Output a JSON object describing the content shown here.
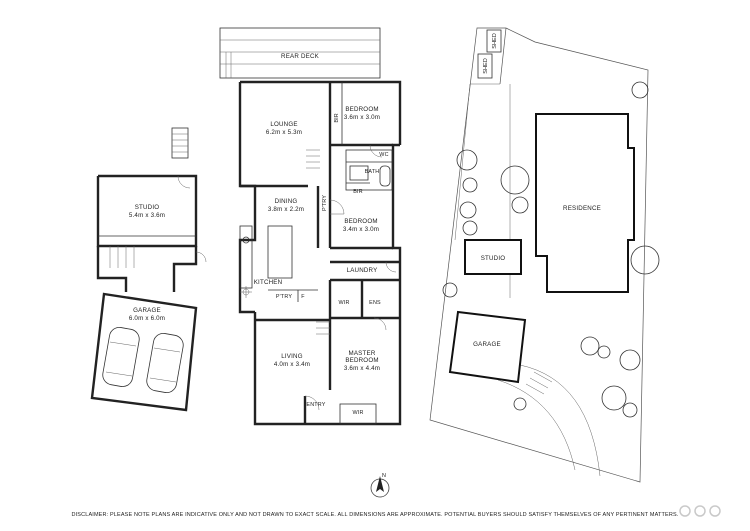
{
  "floorplan": {
    "rooms": {
      "rear_deck": {
        "name": "REAR DECK"
      },
      "lounge": {
        "name": "LOUNGE",
        "size": "6.2m x 5.3m"
      },
      "bedroom1": {
        "name": "BEDROOM",
        "size": "3.6m x 3.0m"
      },
      "bir1": {
        "name": "BIR"
      },
      "wc": {
        "name": "WC"
      },
      "bath": {
        "name": "BATH"
      },
      "bir2": {
        "name": "BIR"
      },
      "ptry_v": {
        "name": "P'TRY"
      },
      "dining": {
        "name": "DINING",
        "size": "3.8m x 2.2m"
      },
      "bedroom2": {
        "name": "BEDROOM",
        "size": "3.4m x 3.0m"
      },
      "kitchen": {
        "name": "KITCHEN"
      },
      "laundry": {
        "name": "LAUNDRY"
      },
      "ptry": {
        "name": "P'TRY"
      },
      "fridge": {
        "name": "F"
      },
      "wir1": {
        "name": "WIR"
      },
      "ens": {
        "name": "ENS"
      },
      "living": {
        "name": "LIVING",
        "size": "4.0m x 3.4m"
      },
      "master": {
        "name": "MASTER",
        "name2": "BEDROOM",
        "size": "3.6m x 4.4m"
      },
      "entry": {
        "name": "ENTRY"
      },
      "wir2": {
        "name": "WIR"
      },
      "studio": {
        "name": "STUDIO",
        "size": "5.4m x 3.6m"
      },
      "garage": {
        "name": "GARAGE",
        "size": "6.0m x 6.0m"
      }
    }
  },
  "siteplan": {
    "shed1": "SHED",
    "shed2": "SHED",
    "residence": "RESIDENCE",
    "studio": "STUDIO",
    "garage": "GARAGE"
  },
  "compass": {
    "label": "N"
  },
  "disclaimer": "DISCLAIMER: PLEASE NOTE PLANS ARE INDICATIVE ONLY AND NOT DRAWN TO EXACT SCALE. ALL DIMENSIONS ARE APPROXIMATE. POTENTIAL BUYERS SHOULD SATISFY THEMSELVES OF ANY PERTINENT MATTERS.",
  "colors": {
    "wall": "#222222",
    "background": "#ffffff",
    "watermark": "#c9c9c9"
  }
}
